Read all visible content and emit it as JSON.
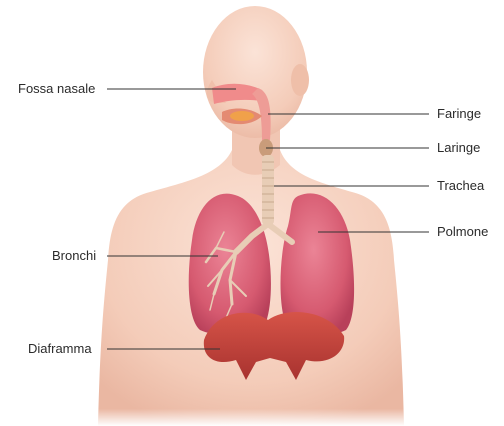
{
  "labels": {
    "fossa_nasale": "Fossa nasale",
    "faringe": "Faringe",
    "laringe": "Laringe",
    "trachea": "Trachea",
    "polmone": "Polmone",
    "bronchi": "Bronchi",
    "diaframma": "Diaframma"
  },
  "colors": {
    "skin": "#f6d3c3",
    "skin_shade": "#efc1ad",
    "lung": "#d95c72",
    "lung_dark": "#b8405a",
    "diaphragm": "#c9463f",
    "airway": "#e9cdb7",
    "leader_line": "#333333",
    "label_text": "#2b2b2b"
  }
}
